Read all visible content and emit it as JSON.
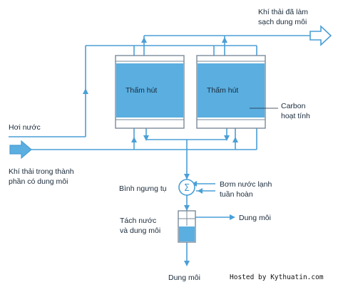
{
  "labels": {
    "clean_gas_line1": "Khí thải đã làm",
    "clean_gas_line2": "sạch dung môi",
    "adsorber_left": "Thấm hút",
    "adsorber_right": "Thấm hút",
    "carbon_line1": "Carbon",
    "carbon_line2": "hoạt tính",
    "steam": "Hơi nước",
    "inlet_line1": "Khí thải trong thành",
    "inlet_line2": "phần có dung môi",
    "condenser": "Bình ngưng tụ",
    "coolant_line1": "Bơm nước lạnh",
    "coolant_line2": "tuần hoàn",
    "separator_line1": "Tách nước",
    "separator_line2": "và dung môi",
    "solvent_side": "Dung môi",
    "solvent_bottom": "Dung môi"
  },
  "watermark": "Hosted by Kythuatin.com",
  "colors": {
    "pipe": "#4a9fd6",
    "adsorbent_fill": "#5aaee0",
    "vessel_outline": "#7a8a99",
    "text": "#1a2a3a"
  },
  "icons": {
    "condenser_symbol": "Σ"
  }
}
